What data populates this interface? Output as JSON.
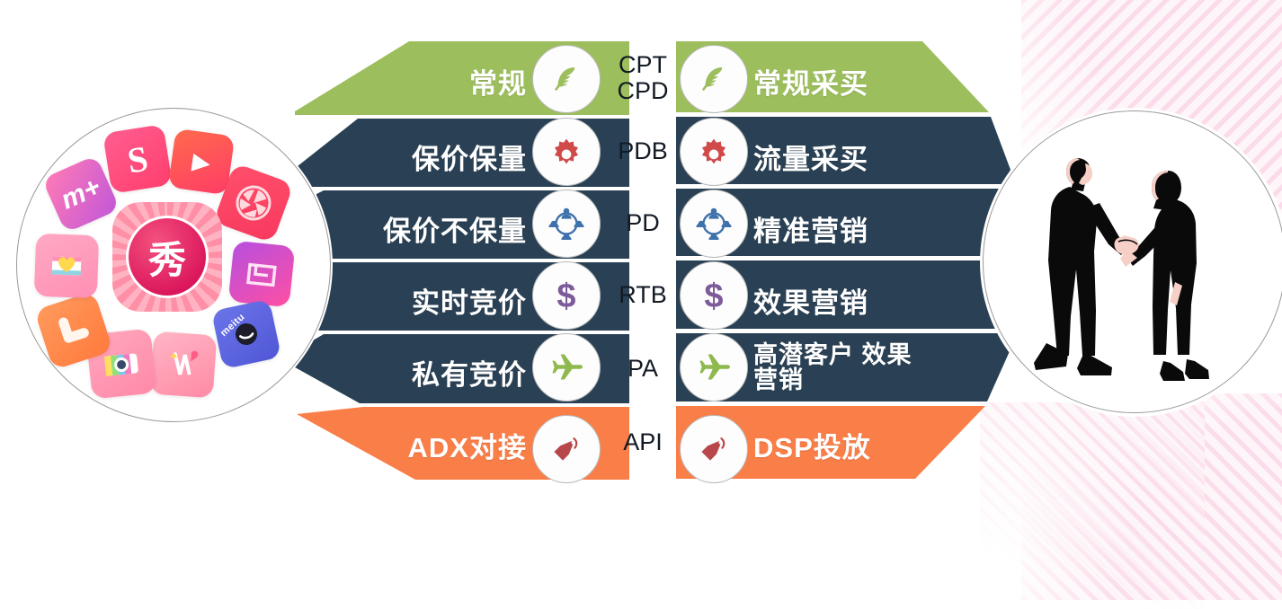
{
  "colors": {
    "green": "#9cbe5c",
    "navy": "#2a4155",
    "orange": "#fa7e47",
    "gear_red": "#d04a4a",
    "people_blue": "#3f72ab",
    "dollar_purple": "#7d5b9a",
    "plane_green": "#8fb84e",
    "tag_red": "#b8474b",
    "code_text": "#121a24",
    "stripe_pink": "#fbd9e9"
  },
  "rows": [
    {
      "left_label": "常规",
      "code": "CPT\nCPD",
      "right_label": "常规采买",
      "color": "green",
      "icon": "feather-icon"
    },
    {
      "left_label": "保价保量",
      "code": "PDB",
      "right_label": "流量采买",
      "color": "navy",
      "icon": "gear-icon"
    },
    {
      "left_label": "保价不保量",
      "code": "PD",
      "right_label": "精准营销",
      "color": "navy",
      "icon": "people-network-icon"
    },
    {
      "left_label": "实时竞价",
      "code": "RTB",
      "right_label": "效果营销",
      "color": "navy",
      "icon": "dollar-icon"
    },
    {
      "left_label": "私有竞价",
      "code": "PA",
      "right_label": "高潜客户\n效果营销",
      "color": "navy",
      "icon": "airplane-icon"
    },
    {
      "left_label": "ADX对接",
      "code": "API",
      "right_label": "DSP投放",
      "color": "orange",
      "icon": "price-tag-icon"
    }
  ],
  "left_circle": {
    "name": "meitu-app-family",
    "center_app_label": "秀",
    "apps": [
      {
        "label": "m+",
        "name": "meitu-pic-app"
      },
      {
        "label": "S",
        "name": "selfie-app"
      },
      {
        "label": "▶",
        "name": "video-app"
      },
      {
        "label": "",
        "name": "camera-shutter-app"
      },
      {
        "label": "",
        "name": "photo-frame-app"
      },
      {
        "label": "meitu",
        "name": "meitu-camera-app"
      },
      {
        "label": "",
        "name": "sticker-app"
      },
      {
        "label": "",
        "name": "kids-camera-app"
      },
      {
        "label": "",
        "name": "beauty-cam-app"
      },
      {
        "label": "",
        "name": "heart-photo-app"
      }
    ]
  },
  "right_circle": {
    "name": "handshake-illustration",
    "description": "两位商务人士握手"
  }
}
